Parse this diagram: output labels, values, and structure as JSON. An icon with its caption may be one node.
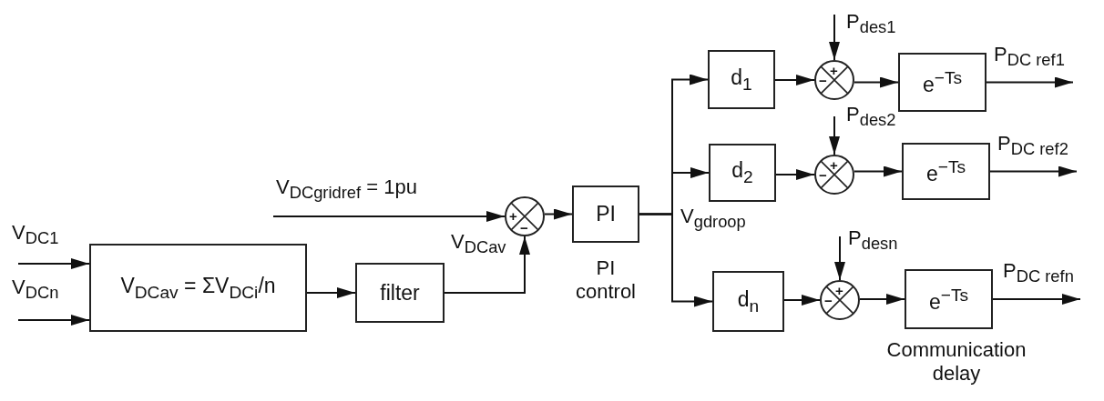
{
  "diagram": {
    "nodes": [
      {
        "text": [
          "V$_{DCav}$ = ΣV$_{DCi}$/n"
        ]
      },
      {
        "text": [
          "filter"
        ]
      },
      {
        "text": [
          "+",
          "−"
        ]
      },
      {
        "text": [
          "PI"
        ],
        "beside": [
          "PI control"
        ]
      },
      {
        "text": [
          "d$_{1}$"
        ]
      },
      {
        "text": [
          "+",
          "−"
        ]
      },
      {
        "text": [
          "e$^{−Ts}$"
        ]
      },
      {
        "text": [
          "d$_{2}$"
        ]
      },
      {
        "text": [
          "+",
          "−"
        ]
      },
      {
        "text": [
          "e$^{−Ts}$"
        ]
      },
      {
        "text": [
          "d$_{n}$"
        ]
      },
      {
        "text": [
          "+",
          "−"
        ]
      },
      {
        "text": [
          "e$^{−Ts}$"
        ],
        "beside": [
          "Communication delay"
        ]
      }
    ],
    "edges": [
      {
        "from": null,
        "to": 0,
        "arrow": "to",
        "label": "V$_{DC1}$"
      },
      {
        "from": null,
        "to": 0,
        "arrow": "to",
        "label": "V$_{DCn}$"
      },
      {
        "from": 0,
        "to": 1,
        "arrow": "to"
      },
      {
        "from": 1,
        "to": 2,
        "arrow": "to",
        "label": "V$_{DCav}$"
      },
      {
        "from": null,
        "to": 2,
        "arrow": "to",
        "label": "V$_{DCgridref}$ = 1pu"
      },
      {
        "from": 2,
        "to": 3,
        "arrow": "to"
      },
      {
        "from": 3,
        "to": 4,
        "arrow": "to"
      },
      {
        "from": 3,
        "to": 7,
        "arrow": "to"
      },
      {
        "from": 3,
        "to": 10,
        "arrow": "to",
        "label": "V$_{gdroop}$"
      },
      {
        "from": 4,
        "to": 5,
        "arrow": "to"
      },
      {
        "from": null,
        "to": 5,
        "arrow": "to",
        "label": "P$_{des1}$"
      },
      {
        "from": 5,
        "to": 6,
        "arrow": "to"
      },
      {
        "from": 6,
        "to": null,
        "arrow": "to",
        "label": "P$_{DC ref1}$"
      },
      {
        "from": 7,
        "to": 8,
        "arrow": "to"
      },
      {
        "from": null,
        "to": 8,
        "arrow": "to",
        "label": "P$_{des2}$"
      },
      {
        "from": 8,
        "to": 9,
        "arrow": "to"
      },
      {
        "from": 9,
        "to": null,
        "arrow": "to",
        "label": "P$_{DC ref2}$"
      },
      {
        "from": 10,
        "to": 11,
        "arrow": "to"
      },
      {
        "from": null,
        "to": 11,
        "arrow": "to",
        "label": "P$_{desn}$"
      },
      {
        "from": 11,
        "to": 12,
        "arrow": "to"
      },
      {
        "from": 12,
        "to": null,
        "arrow": "to",
        "label": "P$_{DC refn}$"
      }
    ]
  }
}
